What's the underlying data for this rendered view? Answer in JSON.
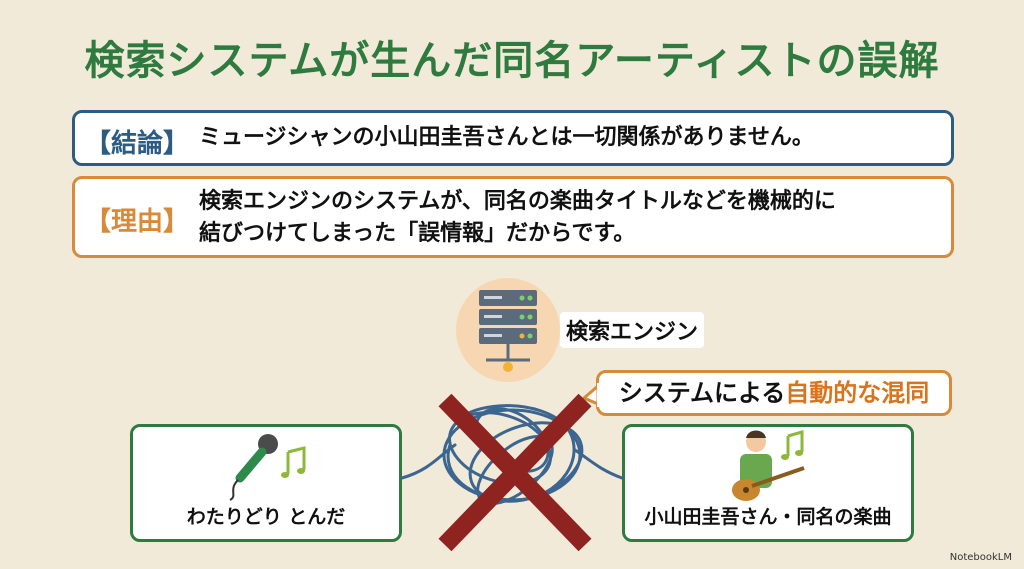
{
  "title": "検索システムが生んだ同名アーティストの誤解",
  "conclusion": {
    "tag": "【結論】",
    "text": "ミュージシャンの小山田圭吾さんとは一切関係がありません。"
  },
  "reason": {
    "tag": "【理由】",
    "line1": "検索エンジンのシステムが、同名の楽曲タイトルなどを機械的に",
    "line2": "結びつけてしまった「誤情報」だからです。"
  },
  "engine_label": "検索エンジン",
  "callout": {
    "prefix": "システムによる",
    "highlight": "自動的な混同"
  },
  "left_panel_label": "わたりどり とんだ",
  "right_panel_label": "小山田圭吾さん・同名の楽曲",
  "brand": "NotebookLM",
  "colors": {
    "green": "#2e7a3f",
    "navy": "#2d5c82",
    "orange": "#d88a3a",
    "red": "#8e2320"
  }
}
